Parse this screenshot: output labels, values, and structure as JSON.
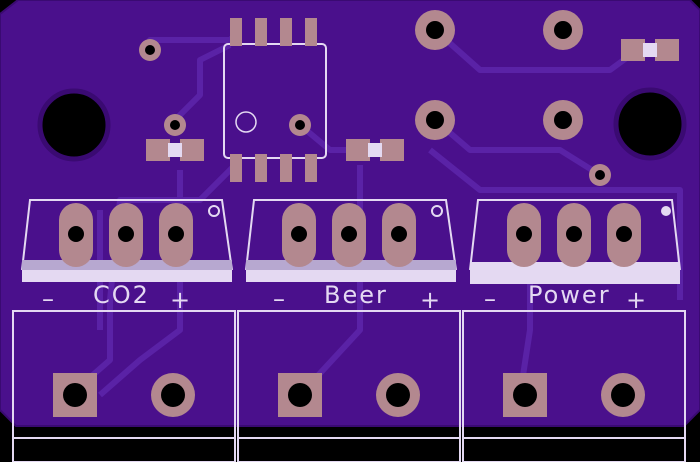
{
  "board": {
    "colors": {
      "board": "#4a108c",
      "board_edge": "#3a0a72",
      "trace": "#5a22a6",
      "pad": "#b3888f",
      "silkscreen": "#e4d9f2",
      "hole": "#000000"
    }
  },
  "connectors": [
    {
      "name": "co2",
      "minus": "–",
      "label": "CO2",
      "plus": "+"
    },
    {
      "name": "beer",
      "minus": "–",
      "label": "Beer",
      "plus": "+"
    },
    {
      "name": "power",
      "minus": "–",
      "label": "Power",
      "plus": "+"
    }
  ]
}
